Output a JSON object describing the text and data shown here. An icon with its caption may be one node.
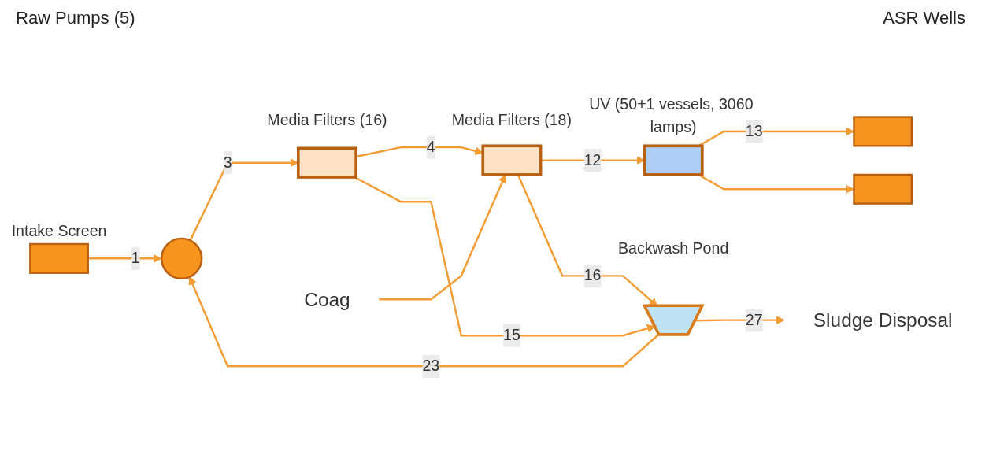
{
  "diagram": {
    "nodes": [
      {
        "text": [],
        "shape": "box",
        "beside": [
          "Intake Screen"
        ]
      },
      {
        "text": [],
        "shape": "circle"
      },
      {
        "text": [],
        "shape": "box",
        "beside": [
          "Media Filters (16)"
        ]
      },
      {
        "text": [
          "Coag"
        ]
      },
      {
        "text": [],
        "shape": "box",
        "beside": [
          "Media Filters (18)"
        ]
      },
      {
        "text": [],
        "shape": "box",
        "beside": [
          "UV (50+1 vessels, 3060 lamps)"
        ]
      },
      {
        "text": [],
        "shape": "bar"
      },
      {
        "text": [],
        "shape": "bar"
      },
      {
        "text": [],
        "shape": "box",
        "beside": [
          "Backwash Pond"
        ]
      },
      {
        "text": [
          "Sludge Disposal"
        ]
      }
    ],
    "edges": [
      {
        "from": 0,
        "to": 1,
        "arrow": "to",
        "label": "1"
      },
      {
        "from": 1,
        "to": 2,
        "arrow": "to",
        "label": "3"
      },
      {
        "from": 2,
        "to": 4,
        "arrow": "to",
        "label": "4"
      },
      {
        "from": 3,
        "to": 4,
        "arrow": "to"
      },
      {
        "from": 4,
        "to": 5,
        "arrow": "to",
        "label": "12"
      },
      {
        "from": 5,
        "to": 6,
        "arrow": "to",
        "label": "13"
      },
      {
        "from": 5,
        "to": 7,
        "arrow": "to"
      },
      {
        "from": 2,
        "to": 8,
        "arrow": "to",
        "label": "15"
      },
      {
        "from": 4,
        "to": 8,
        "arrow": "to",
        "label": "16"
      },
      {
        "from": 8,
        "to": 1,
        "arrow": "to",
        "label": "23"
      },
      {
        "from": 8,
        "to": 9,
        "arrow": "to",
        "label": "27"
      }
    ],
    "labels": [
      "Raw Pumps (5)",
      "ASR Wells"
    ]
  }
}
